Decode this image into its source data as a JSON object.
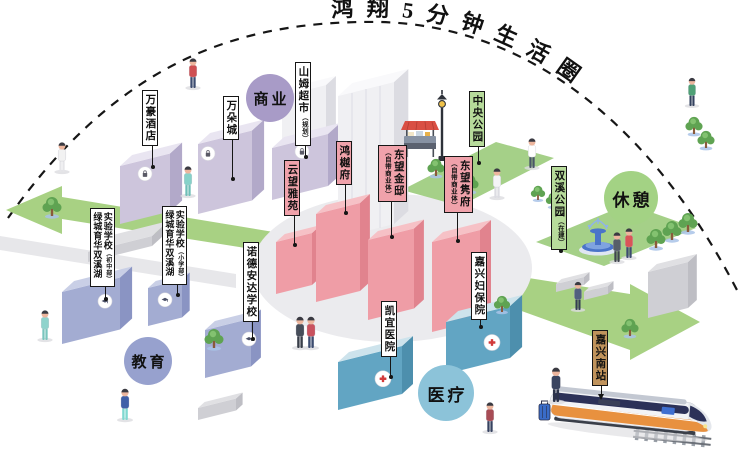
{
  "title": "鸿翔5分钟生活圈",
  "categories": [
    {
      "id": "commerce",
      "label": "商业"
    },
    {
      "id": "rest",
      "label": "休憩"
    },
    {
      "id": "education",
      "label": "教育"
    },
    {
      "id": "medical",
      "label": "医疗"
    }
  ],
  "map_labels": [
    {
      "id": "marriott-hotel",
      "text": "万豪酒店",
      "style": "white"
    },
    {
      "id": "wanduo-city",
      "text": "万朵城",
      "style": "white"
    },
    {
      "id": "sams-club",
      "text": "山姆超市",
      "suffix": "（规划）",
      "suffix_pos": "inline",
      "style": "white"
    },
    {
      "id": "experimental-school-junior",
      "text": "实验学校",
      "suffix": "（初中部）",
      "suffix_pos": "inline",
      "line2": "绿城育华双溪湖",
      "style": "white"
    },
    {
      "id": "experimental-school-primary",
      "text": "实验学校",
      "suffix": "（小学部）",
      "suffix_pos": "inline",
      "line2": "绿城育华双溪湖",
      "style": "white"
    },
    {
      "id": "nord-anglia-school",
      "text": "诺德安达学校",
      "style": "white"
    },
    {
      "id": "yunwang-yayuan",
      "text": "云望雅苑",
      "style": "pink"
    },
    {
      "id": "hongyue-mansion",
      "text": "鸿樾府",
      "style": "pink"
    },
    {
      "id": "dongwang-jindi",
      "text": "东望金邸",
      "suffix": "（自带商业体）",
      "suffix_pos": "left",
      "style": "pink"
    },
    {
      "id": "dongwang-junfu",
      "text": "东望隽府",
      "suffix": "（自带商业体）",
      "suffix_pos": "left",
      "style": "pink"
    },
    {
      "id": "central-park",
      "text": "中央公园",
      "style": "green"
    },
    {
      "id": "shuangxi-park",
      "text": "双溪公园",
      "suffix": "（在建）",
      "suffix_pos": "inline",
      "style": "green"
    },
    {
      "id": "kaiyi-hospital",
      "text": "凯宜医院",
      "style": "white"
    },
    {
      "id": "jiaxing-maternity-hospital",
      "text": "嘉兴妇保院",
      "style": "white"
    },
    {
      "id": "jiaxing-south-station",
      "text": "嘉兴南站",
      "style": "tan"
    }
  ],
  "colors": {
    "ink": "#1a1a1a",
    "label_white_bg": "#ffffff",
    "label_pink_bg": "#f0a2ab",
    "label_green_bg": "#b7db9b",
    "label_tan_bg": "#c0935c",
    "circle_commerce": "#a89bc7",
    "circle_rest": "#a3d284",
    "circle_education": "#97a1ce",
    "circle_medical": "#8cc3d9",
    "road_green": "#a8d183",
    "park_green": "#a5d088",
    "building_commerce": "#cdc5dc",
    "building_residential": "#ef9da6",
    "building_education": "#a3acd2",
    "building_medical": "#62a5c3",
    "building_neutral": "#f0f0f3",
    "train_orange": "#e8913f",
    "train_navy": "#2c3158"
  }
}
